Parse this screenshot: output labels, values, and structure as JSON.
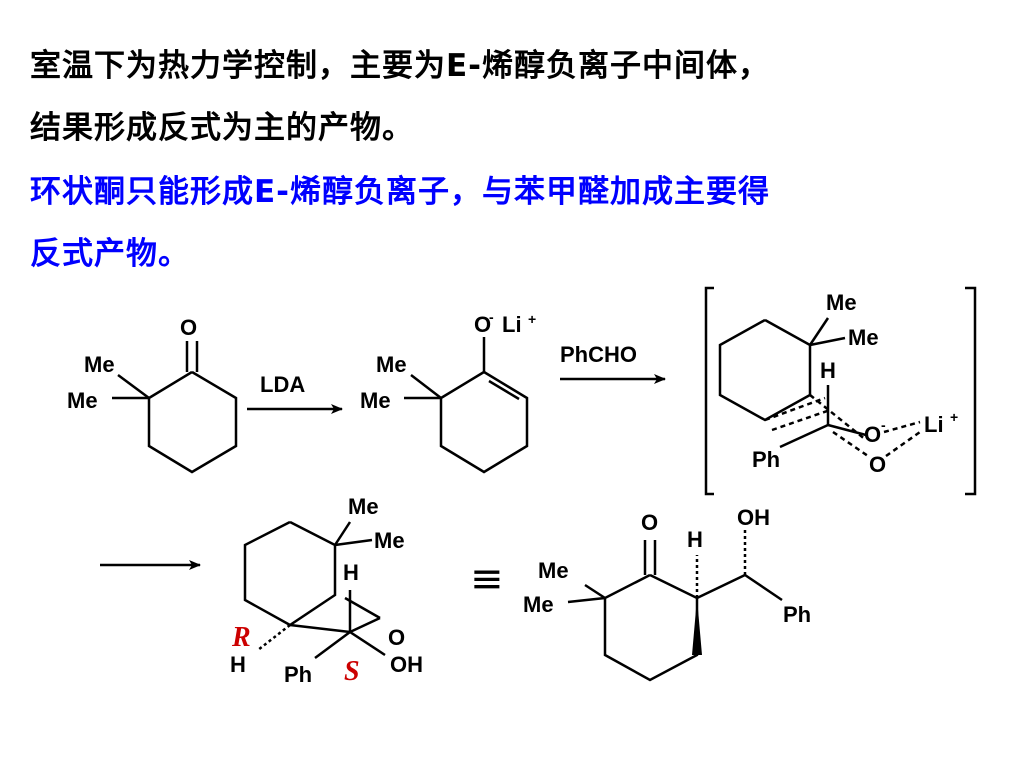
{
  "slide": {
    "paragraph1": {
      "line1": "室温下为热力学控制，主要为E-烯醇负离子中间体，",
      "line2": "结果形成反式为主的产物。",
      "color": "#000000"
    },
    "paragraph2": {
      "line1": "环状酮只能形成E-烯醇负离子，与苯甲醛加成主要得",
      "line2": "反式产物。",
      "color": "#0000ff"
    }
  },
  "scheme": {
    "ketone": {
      "o": "O",
      "me1": "Me",
      "me2": "Me"
    },
    "reagent1": "LDA",
    "enolate": {
      "o": "O",
      "minus": "-",
      "li": "Li",
      "plus": "+",
      "me1": "Me",
      "me2": "Me"
    },
    "reagent2": "PhCHO",
    "transition_state": {
      "me1": "Me",
      "me2": "Me",
      "h": "H",
      "o1": "O",
      "minus": "-",
      "li": "Li",
      "plus": "+",
      "o2": "O",
      "ph": "Ph"
    },
    "product": {
      "me1": "Me",
      "me2": "Me",
      "h_top": "H",
      "o": "O",
      "oh": "OH",
      "r_label": "R",
      "h_bottom": "H",
      "ph": "Ph",
      "s_label": "S"
    },
    "equiv_symbol": "≡",
    "product_alt": {
      "o": "O",
      "h": "H",
      "oh": "OH",
      "me1": "Me",
      "me2": "Me",
      "ph": "Ph"
    },
    "stereo_color": "#cc0000"
  }
}
